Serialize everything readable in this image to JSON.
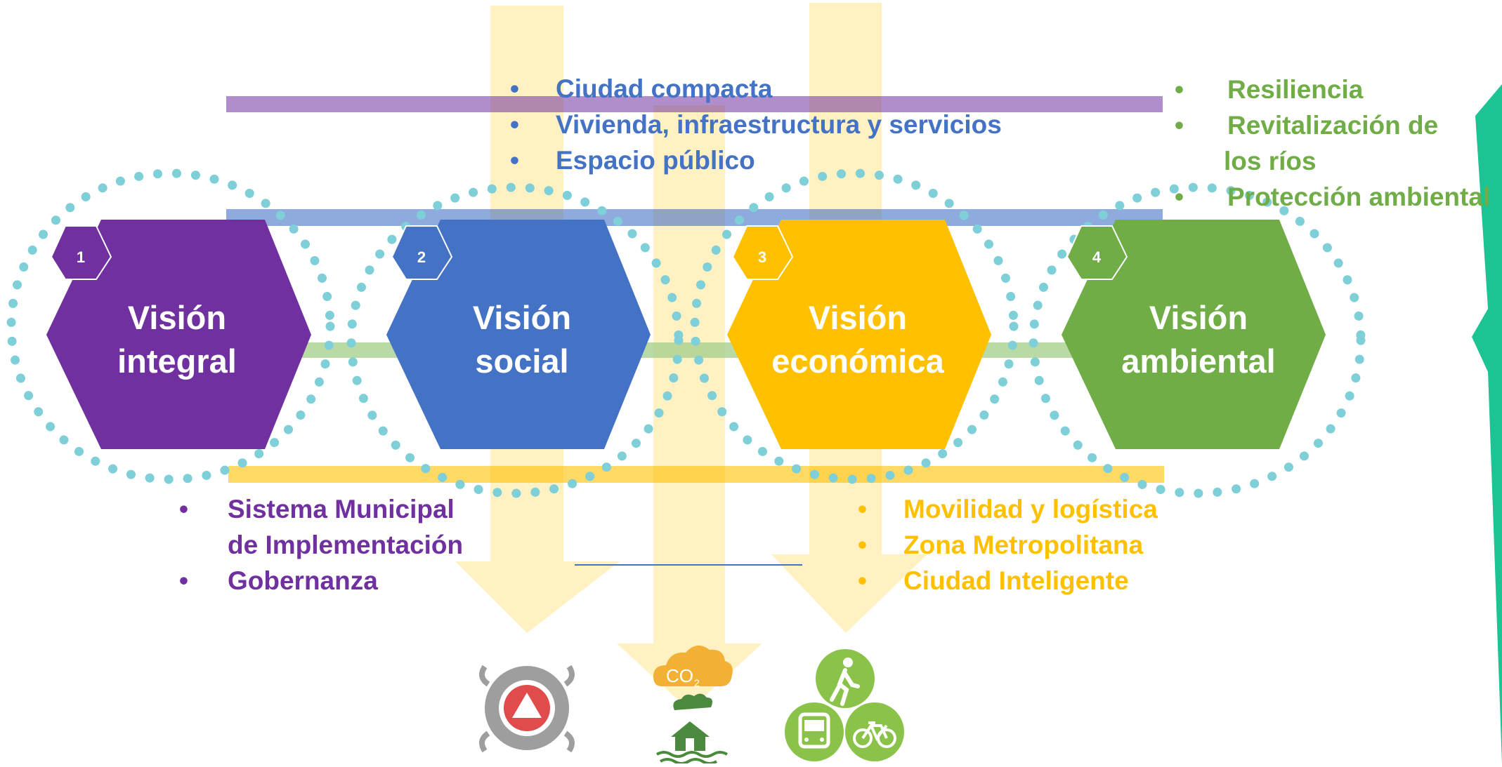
{
  "visions": [
    {
      "number": "1",
      "title_line1": "Visión",
      "title_line2": "integral",
      "color": "#7030a0"
    },
    {
      "number": "2",
      "title_line1": "Visión",
      "title_line2": "social",
      "color": "#4472c4"
    },
    {
      "number": "3",
      "title_line1": "Visión",
      "title_line2": "económica",
      "color": "#ffc000"
    },
    {
      "number": "4",
      "title_line1": "Visión",
      "title_line2": "ambiental",
      "color": "#70ad47"
    }
  ],
  "social_list": [
    "Ciudad compacta",
    "Vivienda, infraestructura y servicios",
    "Espacio público"
  ],
  "environmental_list": [
    "Resiliencia",
    "Revitalización de",
    "los ríos",
    "Protección ambiental"
  ],
  "integral_list": [
    "Sistema Municipal",
    "de Implementación",
    "Gobernanza"
  ],
  "economic_list": [
    "Movilidad y logística",
    "Zona Metropolitana",
    "Ciudad Inteligente"
  ],
  "icons": {
    "co2_label": "CO",
    "co2_subscript": "2",
    "bottom": [
      "civil-protection-icon",
      "co2-cloud-icon",
      "flooded-house-icon",
      "pedestrian-icon",
      "bus-icon",
      "bicycle-icon"
    ]
  },
  "colors": {
    "purple": "#7030a0",
    "blue": "#4472c4",
    "yellow": "#ffc000",
    "green": "#70ad47",
    "teal": "#1cc393",
    "dots": "#7fcfd8",
    "arrow": "#ffeaa8"
  }
}
